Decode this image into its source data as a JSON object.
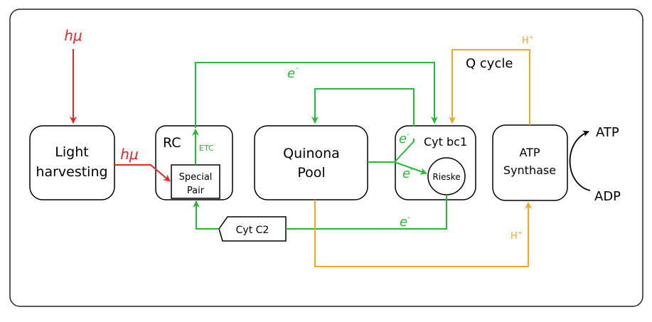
{
  "colors": {
    "light": "#ee2222",
    "electron": "#22bb33",
    "proton": "#f5a623",
    "outline": "#000000"
  },
  "nodes": {
    "light_harvesting": {
      "line1": "Light",
      "line2": "harvesting"
    },
    "rc": {
      "label": "RC"
    },
    "special_pair": {
      "line1": "Special",
      "line2": "Pair"
    },
    "quinona_pool": {
      "line1": "Quinona",
      "line2": "Pool"
    },
    "cyt_bc1": {
      "label": "Cyt bc1"
    },
    "rieske": {
      "label": "Rieske"
    },
    "atp_synthase": {
      "line1": "ATP",
      "line2": "Synthase"
    },
    "cyt_c2": {
      "label": "Cyt C2"
    }
  },
  "labels": {
    "photon_top": "hμ",
    "photon_mid": "hμ",
    "etc": "ETC",
    "electron_top": "e",
    "electron_bc1_upper": "e",
    "electron_bc1_lower": "e",
    "electron_bottom": "e",
    "electron_sup": "-",
    "proton_top": "H",
    "proton_bottom": "H",
    "proton_sup": "+",
    "q_cycle": "Q cycle",
    "atp": "ATP",
    "adp": "ADP"
  }
}
